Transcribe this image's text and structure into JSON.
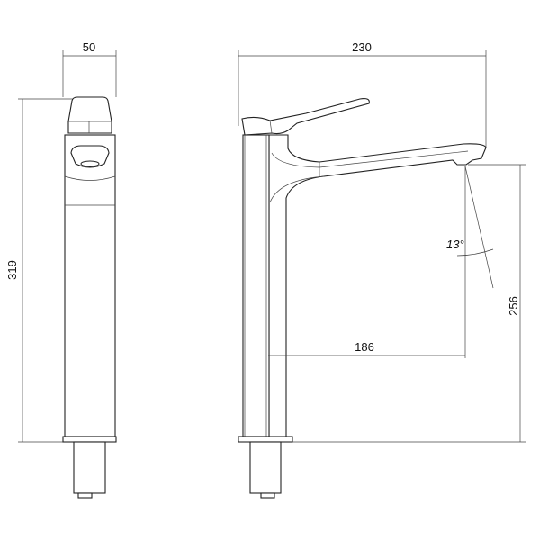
{
  "drawing": {
    "front_view": {
      "width_label": "50",
      "height_label": "319"
    },
    "side_view": {
      "depth_label": "230",
      "reach_label": "186",
      "spout_height_label": "256",
      "angle_label": "13°"
    }
  }
}
